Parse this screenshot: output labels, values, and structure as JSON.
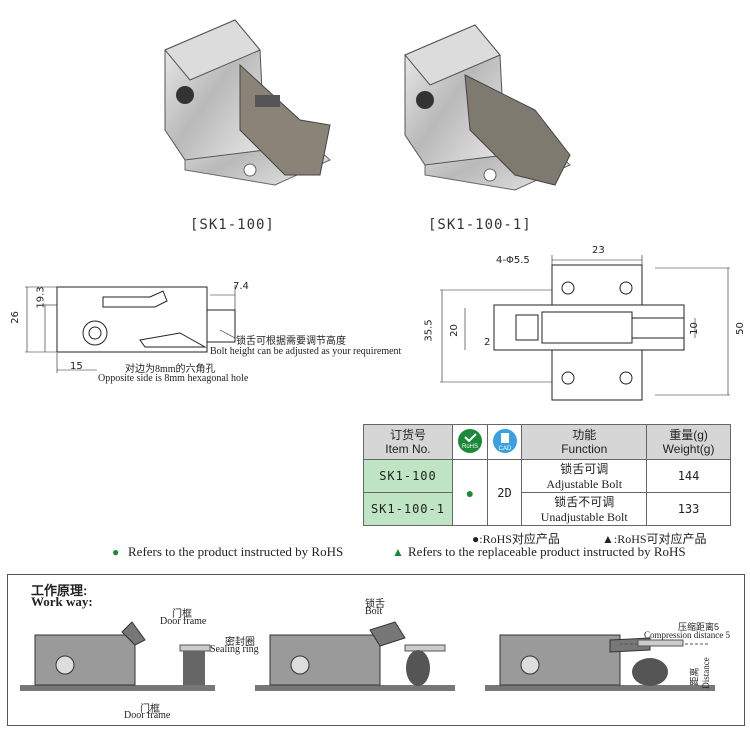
{
  "photos": [
    {
      "caption": "[SK1-100]"
    },
    {
      "caption": "[SK1-100-1]"
    }
  ],
  "drawing_left": {
    "dims": [
      "7.4",
      "19.3",
      "26",
      "15"
    ],
    "notes": {
      "bolt_cn": "锁舌可根据需要调节高度",
      "bolt_en": "Bolt height can be adjusted as your requirement",
      "hex_cn": "对边为8mm的六角孔",
      "hex_en": "Opposite side is 8mm hexagonal hole"
    }
  },
  "drawing_right": {
    "dims": [
      "4-Φ5.5",
      "23",
      "35.5",
      "20",
      "2",
      "10",
      "50"
    ]
  },
  "table": {
    "headers": {
      "item_cn": "订货号",
      "item_en": "Item No.",
      "rohs": "RoHS",
      "cad": "CAD",
      "func_cn": "功能",
      "func_en": "Function",
      "weight_cn": "重量(g)",
      "weight_en": "Weight(g)"
    },
    "rows": [
      {
        "item": "SK1-100",
        "func_cn": "锁舌可调",
        "func_en": "Adjustable Bolt",
        "weight": "144"
      },
      {
        "item": "SK1-100-1",
        "func_cn": "锁舌不可调",
        "func_en": "Unadjustable Bolt",
        "weight": "133"
      }
    ],
    "cad_value": "2D",
    "rohs_mark": "●"
  },
  "legend": {
    "cn1": "●:RoHS对应产品",
    "cn2": "▲:RoHS可对应产品",
    "en1": "Refers to the product instructed by RoHS",
    "en2": "Refers to the replaceable product instructed by RoHS"
  },
  "work": {
    "title_cn": "工作原理:",
    "title_en": "Work way:",
    "door_frame_cn": "门框",
    "door_frame_en": "Door frame",
    "sealing_cn": "密封圈",
    "sealing_en": "Sealing ring",
    "bolt_cn": "锁舌",
    "bolt_en": "Bolt",
    "door_frame2_cn": "门框",
    "door_frame2_en": "Door frame",
    "compression_cn": "压缩距离5",
    "compression_en": "Compression distance 5",
    "distance_cn": "距离",
    "distance_en": "Distance"
  },
  "colors": {
    "green_mark": "#1a8a3a",
    "table_green": "#bfe5c4",
    "header_gray": "#d6d6d6"
  }
}
